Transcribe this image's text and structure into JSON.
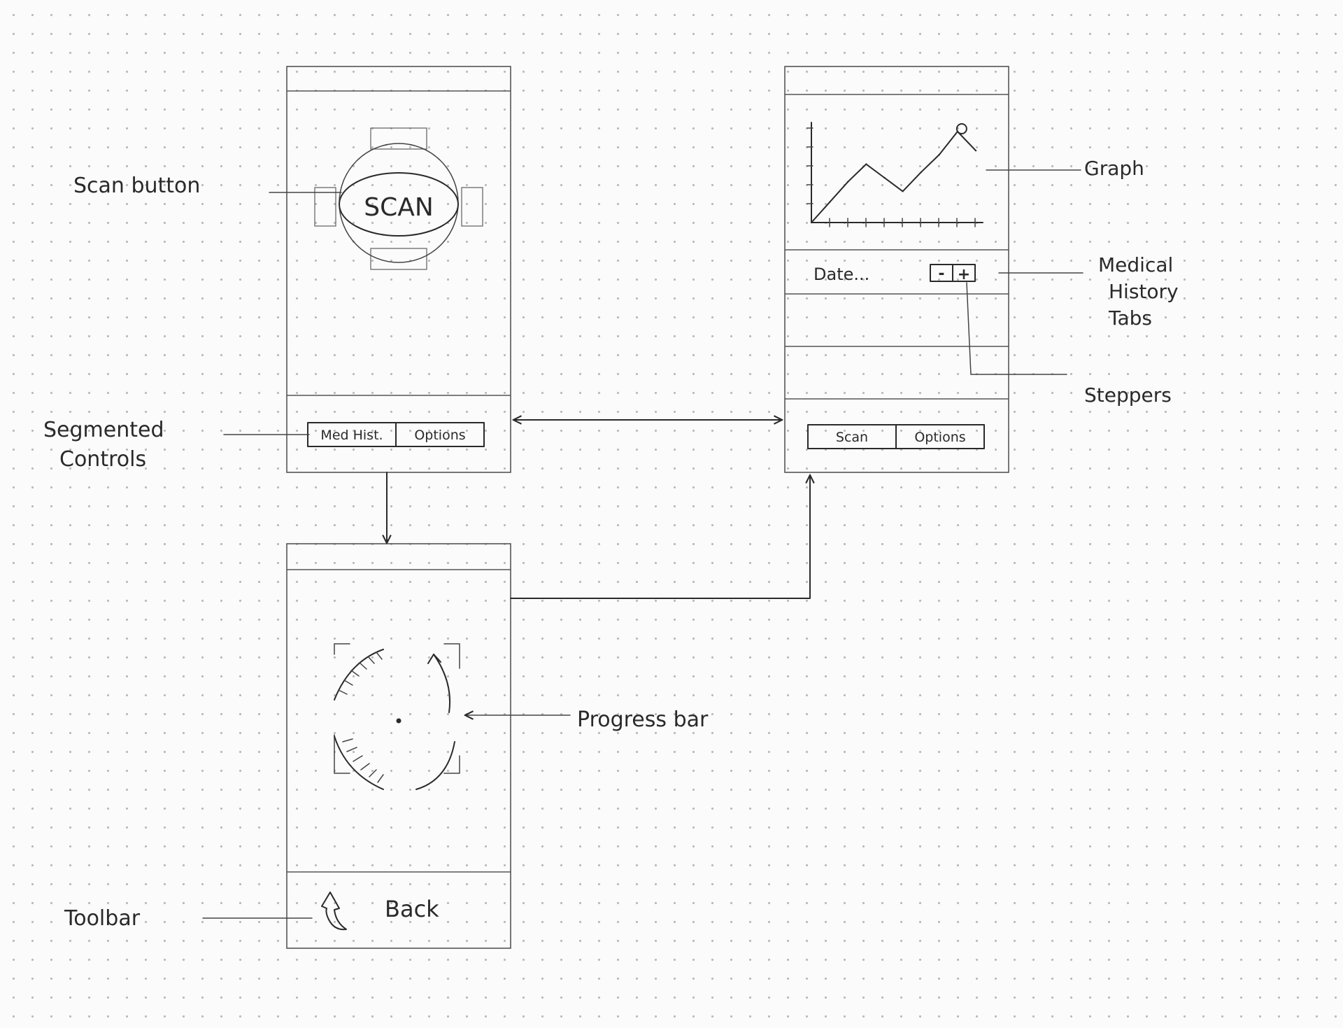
{
  "phone_scan": {
    "scan_label": "SCAN",
    "segments": [
      "Med Hist.",
      "Options"
    ]
  },
  "phone_history": {
    "date_label": "Date...",
    "stepper_minus": "-",
    "stepper_plus": "+",
    "segments": [
      "Scan",
      "Options"
    ]
  },
  "phone_progress": {
    "back_label": "Back"
  },
  "annotations": {
    "scan_button": "Scan button",
    "segmented_controls_line1": "Segmented",
    "segmented_controls_line2": "Controls",
    "graph": "Graph",
    "medical_history_line1": "Medical",
    "medical_history_line2": "History",
    "medical_history_line3": "Tabs",
    "steppers": "Steppers",
    "progress_bar": "Progress bar",
    "toolbar": "Toolbar"
  },
  "chart_data": {
    "type": "line",
    "x": [
      0,
      1,
      2,
      3,
      4,
      5,
      6,
      7,
      8,
      9
    ],
    "values": [
      0,
      1.5,
      3,
      4.3,
      3.3,
      2.3,
      3.7,
      5,
      6.7,
      5.3
    ]
  }
}
